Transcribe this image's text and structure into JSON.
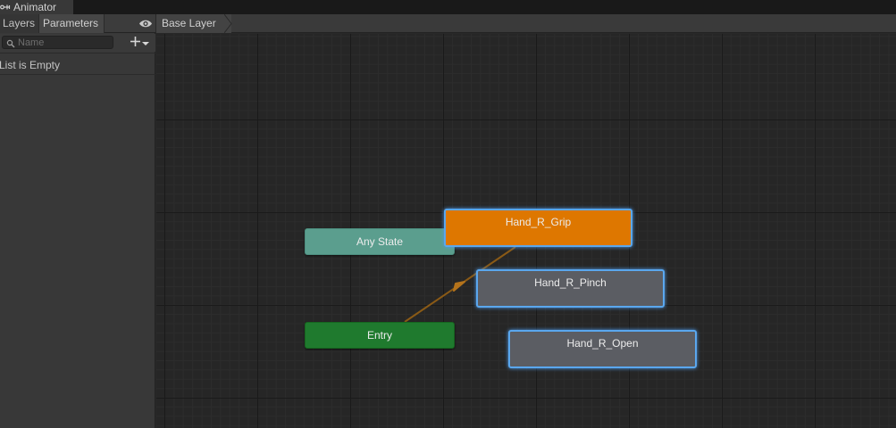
{
  "window": {
    "title": "Animator",
    "icon": "animator-icon"
  },
  "left_panel": {
    "tabs": [
      {
        "label": "Layers",
        "active": false
      },
      {
        "label": "Parameters",
        "active": true
      }
    ],
    "visibility_icon": "eye-icon",
    "search": {
      "value": "",
      "placeholder": "Name",
      "icon": "search-icon"
    },
    "add_button_icon": "plus-dropdown-icon",
    "empty_message": "List is Empty"
  },
  "breadcrumb": {
    "items": [
      "Base Layer"
    ]
  },
  "graph": {
    "nodes": [
      {
        "id": "any-state",
        "label": "Any State",
        "kind": "any",
        "color": "#5b9e8e"
      },
      {
        "id": "entry",
        "label": "Entry",
        "kind": "entry",
        "color": "#1f7a2e"
      },
      {
        "id": "hand-r-grip",
        "label": "Hand_R_Grip",
        "kind": "default-state",
        "selected": true,
        "color": "#de7700"
      },
      {
        "id": "hand-r-pinch",
        "label": "Hand_R_Pinch",
        "kind": "state",
        "selected": true,
        "color": "#5b5d63"
      },
      {
        "id": "hand-r-open",
        "label": "Hand_R_Open",
        "kind": "state",
        "selected": true,
        "color": "#5b5d63"
      }
    ],
    "transitions": [
      {
        "from": "entry",
        "to": "hand-r-grip",
        "color": "#8a5a16"
      }
    ],
    "selection_color": "#5aa7ee"
  }
}
